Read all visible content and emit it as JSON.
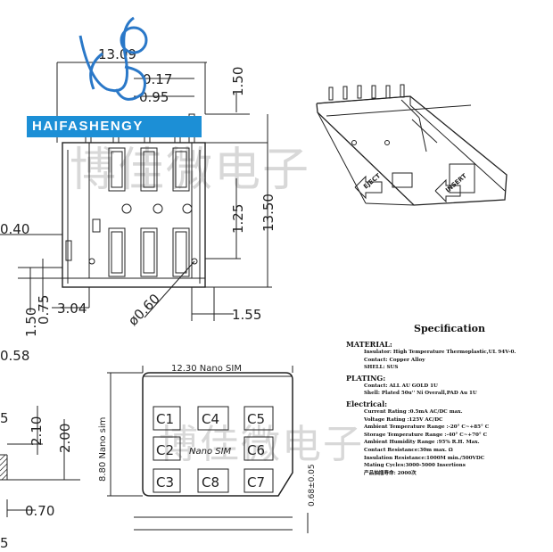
{
  "brand": {
    "name": "HAIFASHENGY",
    "watermark_text": "博佳微电子"
  },
  "drawing": {
    "top_view": {
      "dims": {
        "width_total": "13.09",
        "d_017": "0.17",
        "d_095": "0.95",
        "d_150_top": "1.50",
        "height_total": "13.50",
        "d_125": "1.25",
        "d_040": "0.40",
        "d_150_bottom": "1.50",
        "d_075": "0.75",
        "d_304": "3.04",
        "d_hole": "ø0.60",
        "d_155": "1.55",
        "d_058": "0.58"
      }
    },
    "card_view": {
      "width_label": "12.30 Nano SIM",
      "height_label": "8.80 Nano sim",
      "center_label": "Nano SIM",
      "contacts": [
        "C1",
        "C4",
        "C5",
        "C2",
        "C6",
        "C3",
        "C8",
        "C7"
      ],
      "thickness": "0.68±0.05",
      "d_210": "2.10",
      "d_200": "2.00",
      "d_070": "0.70",
      "d_5": "5",
      "d_5b": "5"
    },
    "iso_view": {
      "label_eject": "EJECT",
      "label_insert": "INSERT"
    }
  },
  "specification": {
    "title": "Specification",
    "sections": [
      {
        "heading": "MATERIAL:",
        "lines": [
          "Insulator: High Temperature Thermoplastic,UL 94V-0.",
          "Contact: Copper Alloy",
          "SHELL: SUS"
        ]
      },
      {
        "heading": "PLATING:",
        "lines": [
          "Contact: ALL AU GOLD 1U",
          "Shell: Plated 50u'' Ni Overall,PAD Au 1U"
        ]
      },
      {
        "heading": "Electrical:",
        "lines": [
          "Current Rating :0.5mA AC/DC max.",
          "Voltage Rating :125V AC/DC",
          "Ambient Temperature Range :-20° C~+85° C",
          "Storage Temperature Range :-40° C~+70° C",
          "Ambient Humidity Range :95% R.H. Max.",
          "Contact Resistance:30m max. Ω",
          "Insulation Resistance:1000M min./500VDC",
          "Mating Cycles:3000-5000 Insertions",
          "产品抽插寿命: 2000次"
        ]
      }
    ]
  }
}
